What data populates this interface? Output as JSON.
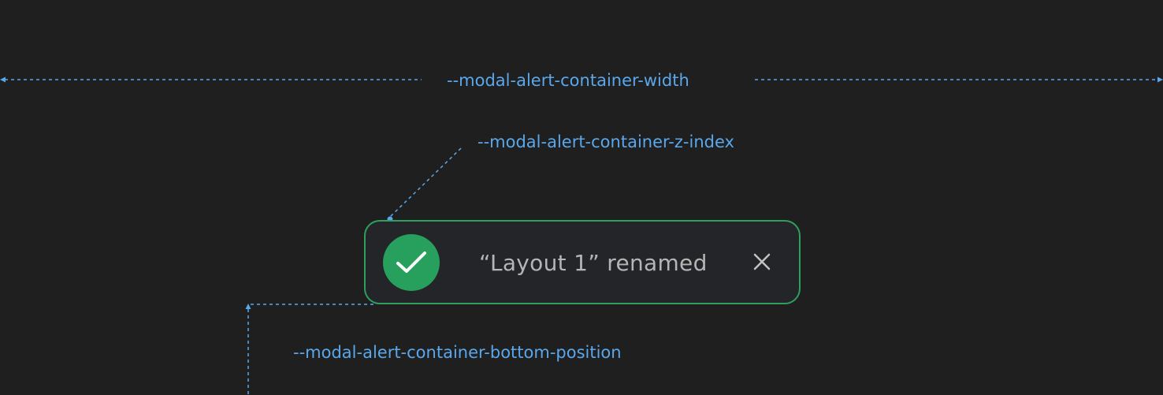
{
  "annotations": {
    "width_label": "--modal-alert-container-width",
    "z_index_label": "--modal-alert-container-z-index",
    "bottom_position_label": "--modal-alert-container-bottom-position"
  },
  "toast": {
    "message": "“Layout 1” renamed",
    "icon": "checkmark-circle-icon",
    "close_icon": "close-icon"
  },
  "colors": {
    "background": "#1f1f1f",
    "annotation_blue": "#5aa7eb",
    "success_green": "#27a05d",
    "toast_border": "#2f9e5f",
    "toast_background": "#242528",
    "toast_text": "#b5b5b5"
  }
}
